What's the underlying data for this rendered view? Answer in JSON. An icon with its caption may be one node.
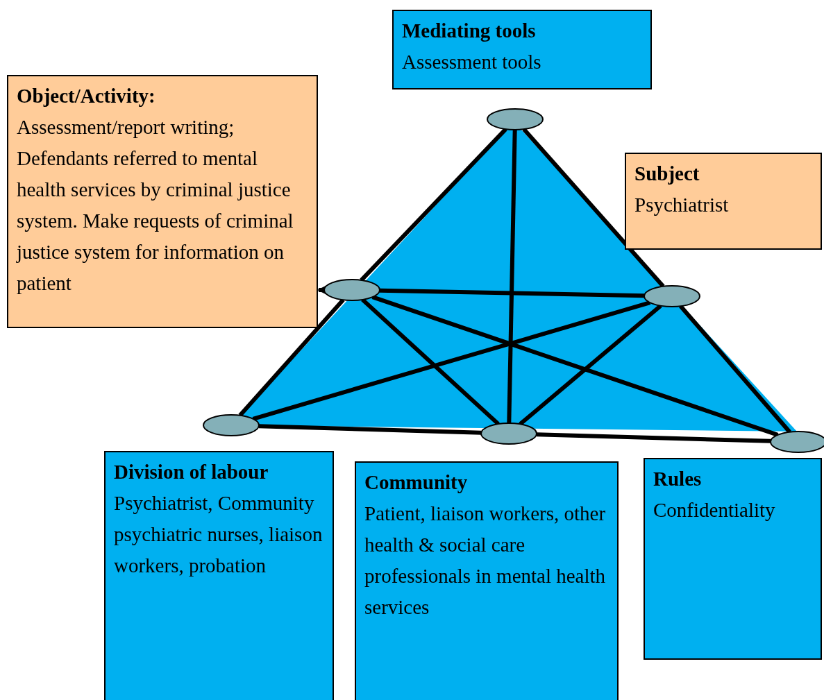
{
  "diagram": {
    "nodes": [
      {
        "text": [
          "Mediating tools",
          "Assessment tools"
        ]
      },
      {
        "text": [
          "Object/Activity:",
          "Assessment/report writing; Defendants referred to mental health services by criminal justice system. Make requests of criminal justice system for information on patient"
        ]
      },
      {
        "text": [
          "Subject",
          "Psychiatrist"
        ]
      },
      {
        "text": [
          "Division of labour",
          "Psychiatrist, Community psychiatric nurses, liaison workers, probation"
        ]
      },
      {
        "text": [
          "Community",
          "Patient, liaison workers, other health & social care professionals in mental health services"
        ]
      },
      {
        "text": [
          "Rules",
          "Confidentiality"
        ]
      },
      {
        "text": [],
        "shape": "ellipse"
      },
      {
        "text": [],
        "shape": "ellipse"
      },
      {
        "text": [],
        "shape": "ellipse"
      },
      {
        "text": [],
        "shape": "ellipse"
      },
      {
        "text": [],
        "shape": "ellipse"
      },
      {
        "text": [],
        "shape": "ellipse"
      }
    ],
    "edges": [
      {
        "from": 6,
        "to": 7,
        "arrow": "none"
      },
      {
        "from": 7,
        "to": 9,
        "arrow": "none"
      },
      {
        "from": 6,
        "to": 8,
        "arrow": "none"
      },
      {
        "from": 8,
        "to": 11,
        "arrow": "none"
      },
      {
        "from": 9,
        "to": 10,
        "arrow": "none"
      },
      {
        "from": 10,
        "to": 11,
        "arrow": "none"
      },
      {
        "from": 6,
        "to": 10,
        "arrow": "none"
      },
      {
        "from": 7,
        "to": 8,
        "arrow": "none"
      },
      {
        "from": 7,
        "to": 10,
        "arrow": "none"
      },
      {
        "from": 8,
        "to": 10,
        "arrow": "none"
      },
      {
        "from": 7,
        "to": 11,
        "arrow": "none"
      },
      {
        "from": 8,
        "to": 9,
        "arrow": "none"
      },
      {
        "from": 7,
        "to": 1,
        "arrow": "to"
      }
    ]
  }
}
